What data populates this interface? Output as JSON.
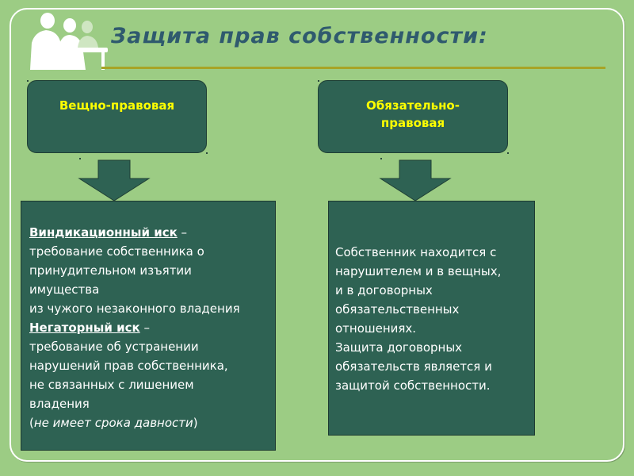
{
  "slide": {
    "title": "Защита прав собственности:",
    "left_branch": {
      "label": "Вещно-правовая",
      "lines": [
        {
          "bold_underlined": "Виндикационный иск",
          "rest": " –"
        },
        {
          "text": "требование собственника о"
        },
        {
          "text": "принудительном изъятии"
        },
        {
          "text": "имущества"
        },
        {
          "text": "из чужого незаконного владения"
        },
        {
          "bold_underlined": "Негаторный иск",
          "rest": " –"
        },
        {
          "text": "требование об устранении"
        },
        {
          "text": "нарушений прав собственника,"
        },
        {
          "text": "не связанных с лишением"
        },
        {
          "text": "владения"
        },
        {
          "open": "(",
          "italic": "не имеет срока давности",
          "close": ")"
        }
      ]
    },
    "right_branch": {
      "label_line1": "Обязательно-",
      "label_line2": "правовая",
      "lines": [
        "Собственник находится с",
        "нарушителем и в вещных,",
        "и в договорных",
        "обязательственных",
        "отношениях.",
        "Защита договорных",
        "обязательств является и",
        "защитой собственности."
      ]
    }
  }
}
